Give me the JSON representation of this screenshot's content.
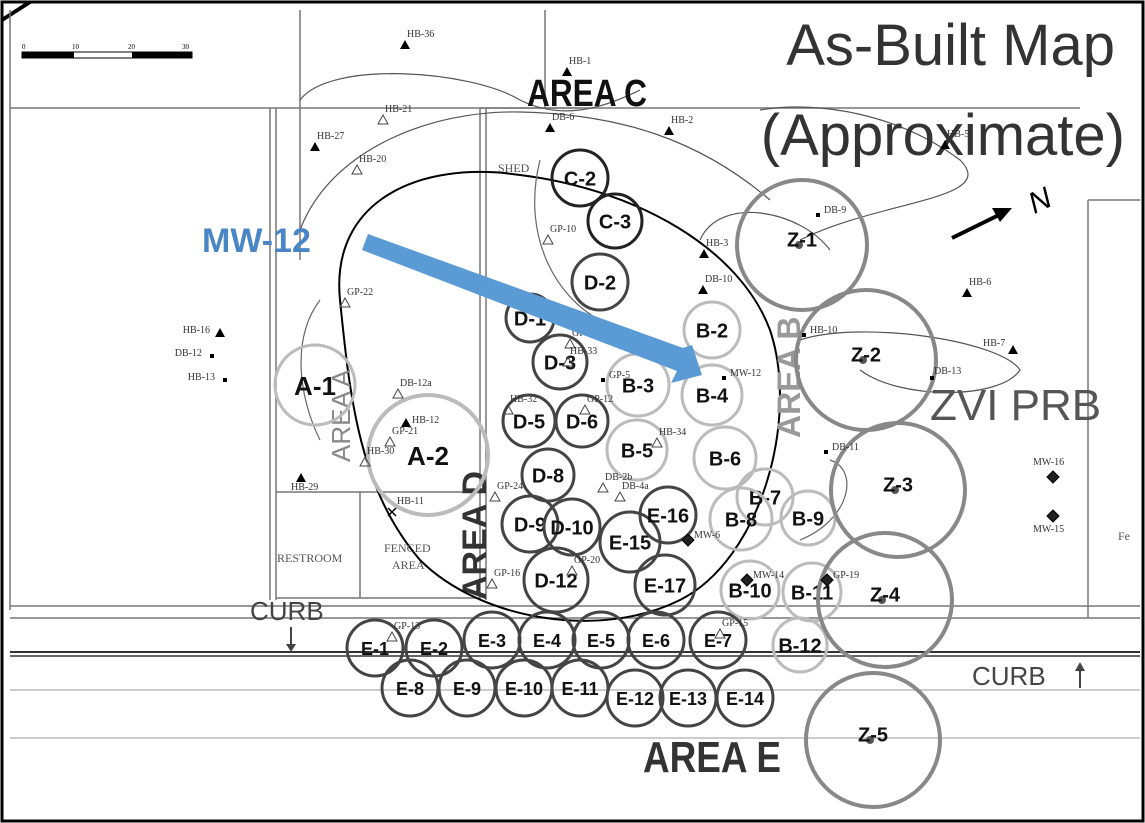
{
  "title_line1": "As-Built Map",
  "title_line2": "(Approximate)",
  "callout": {
    "label": "MW-12",
    "color": "#5b9bd5"
  },
  "north_label": "N",
  "scale_ticks": [
    "0",
    "10",
    "20",
    "30"
  ],
  "areas": {
    "c": "AREA C",
    "e": "AREA E",
    "a": "AREA A",
    "b": "AREA B",
    "d": "AREA D"
  },
  "zvi_label": "ZVI PRB",
  "curb_left": "CURB",
  "curb_right": "CURB",
  "structures": {
    "shed": "SHED",
    "restroom": "RESTROOM",
    "fenced1": "FENCED",
    "fenced2": "AREA",
    "edge": "Fe"
  },
  "cells": [
    "A-1",
    "A-2",
    "C-2",
    "C-3",
    "D-1",
    "D-2",
    "D-3",
    "D-5",
    "D-6",
    "D-8",
    "D-9",
    "D-10",
    "D-12",
    "B-2",
    "B-3",
    "B-4",
    "B-5",
    "B-6",
    "B-7",
    "B-8",
    "B-9",
    "B-10",
    "B-11",
    "B-12",
    "E-1",
    "E-2",
    "E-3",
    "E-4",
    "E-5",
    "E-6",
    "E-7",
    "E-8",
    "E-9",
    "E-10",
    "E-11",
    "E-12",
    "E-13",
    "E-14",
    "E-15",
    "E-16",
    "E-17",
    "Z-1",
    "Z-2",
    "Z-3",
    "Z-4",
    "Z-5"
  ],
  "sample_points": [
    "HB-36",
    "HB-1",
    "DB-6",
    "HB-2",
    "HB-5",
    "HB-27",
    "HB-21",
    "HB-20",
    "DB-9",
    "HB-3",
    "HB-6",
    "GP-22",
    "HB-16",
    "DB-12",
    "HB-13",
    "HB-12",
    "DB-12a",
    "GP-21",
    "HB-30",
    "HB-29",
    "HB-11",
    "HB-33",
    "HB-32",
    "GP-12",
    "HB-34",
    "DB-2b",
    "GP-24",
    "DB-4a",
    "GP-20",
    "GP-16",
    "GP-15",
    "DB-11",
    "MW-16",
    "MW-15",
    "HB-10",
    "HB-7",
    "DB-13",
    "DB-10",
    "GP-10",
    "MW-14",
    "MW-12",
    "GP-5",
    "GP-9",
    "GP-19",
    "MW-6",
    "GP-13"
  ]
}
